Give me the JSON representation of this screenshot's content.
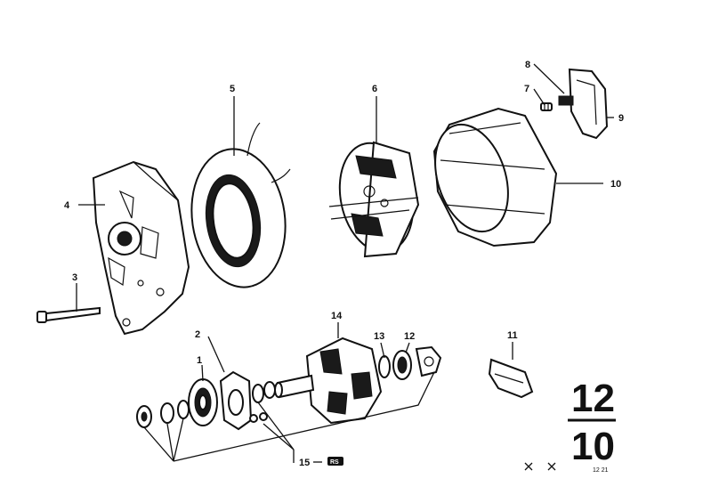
{
  "callouts": {
    "c1": "1",
    "c2": "2",
    "c3": "3",
    "c4": "4",
    "c5": "5",
    "c6": "6",
    "c7": "7",
    "c8": "8",
    "c9": "9",
    "c10": "10",
    "c11": "11",
    "c12": "12",
    "c13": "13",
    "c14": "14",
    "c15": "15"
  },
  "kit_badge": "RS",
  "group_number": {
    "top": "12",
    "bottom": "10"
  },
  "corner_code": "12 21"
}
